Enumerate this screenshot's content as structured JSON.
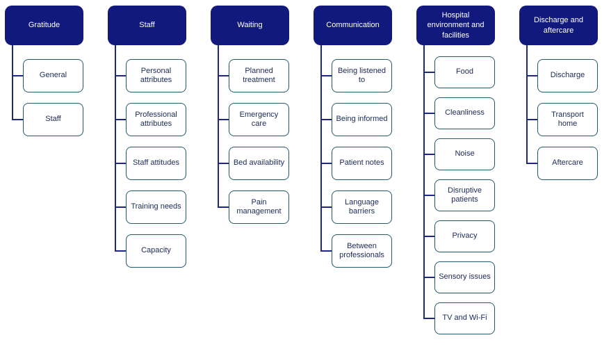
{
  "diagram": {
    "description": "Thematic map of patient feedback categories",
    "colors": {
      "header_fill": "#12197C",
      "header_text": "#FFFFFF",
      "child_border": "#20596B",
      "child_text": "#1B2A55",
      "connector": "#1E2882",
      "background": "#FFFFFF"
    },
    "columns": [
      {
        "title": "Gratitude",
        "children": [
          "General",
          "Staff"
        ]
      },
      {
        "title": "Staff",
        "children": [
          "Personal attributes",
          "Professional attributes",
          "Staff attitudes",
          "Training needs",
          "Capacity"
        ]
      },
      {
        "title": "Waiting",
        "children": [
          "Planned treatment",
          "Emergency care",
          "Bed availability",
          "Pain management"
        ]
      },
      {
        "title": "Communication",
        "children": [
          "Being listened to",
          "Being informed",
          "Patient notes",
          "Language barriers",
          "Between professionals"
        ]
      },
      {
        "title": "Hospital environment and facilities",
        "children": [
          "Food",
          "Cleanliness",
          "Noise",
          "Disruptive patients",
          "Privacy",
          "Sensory issues",
          "TV and Wi-Fi"
        ]
      },
      {
        "title": "Discharge and aftercare",
        "children": [
          "Discharge",
          "Transport home",
          "Aftercare"
        ]
      }
    ]
  }
}
